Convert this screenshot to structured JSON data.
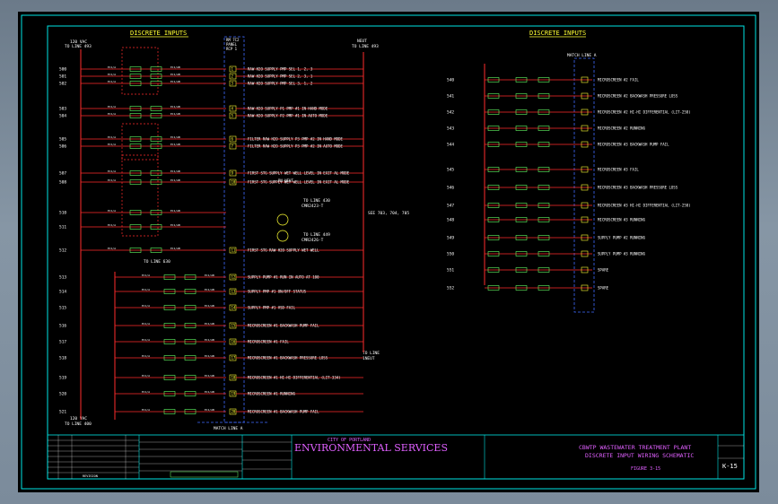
{
  "colors": {
    "border": "#00e5e5",
    "wire": "#ff2b2b",
    "label": "#ffffff",
    "heading": "#ffff33",
    "terminal": "#66ff66",
    "dashed": "#3f6bff",
    "title": "#e060ff",
    "sheet": "#000000"
  },
  "left": {
    "heading": "DISCRETE  INPUTS",
    "source_top": [
      "120 VAC",
      "TO LINE 493"
    ],
    "source_bottom": [
      "120 VAC",
      "TO LINE 400"
    ],
    "panel_label": [
      "RM 7C2",
      "PANEL",
      "RCP 1"
    ],
    "neutral_top": [
      "NEUT",
      "TO LINE 493"
    ],
    "neutral_bottom": [
      "TO LINE",
      "1NEUT"
    ],
    "match_line": "MATCH LINE A",
    "to_line_630": "TO LINE 630",
    "rows": [
      {
        "line": "500",
        "text": "RAW H2O SUPPLY PMP SEL 1, 2, 3",
        "term": "1"
      },
      {
        "line": "501",
        "text": "RAW H2O SUPPLY PMP SEL 2, 3, 1",
        "term": "2"
      },
      {
        "line": "502",
        "text": "RAW H2O SUPPLY PMP SEL 3, 1, 2",
        "term": "3"
      },
      {
        "line": "503",
        "text": "RAW H2O SUPPLY P1 PMP #1 IN HAND MODE",
        "term": "4"
      },
      {
        "line": "504",
        "text": "RAW H2O SUPPLY P2 PMP #1 IN AUTO MODE",
        "term": "5"
      },
      {
        "line": "505",
        "text": "FILTER RAW H2O SUPPLY P3 PMP #2 IN HAND MODE",
        "term": "6"
      },
      {
        "line": "506",
        "text": "FILTER RAW H2O SUPPLY P3 PMP #2 IN AUTO MODE",
        "term": "7"
      },
      {
        "line": "507",
        "text": "FIRST STG SUPPLY WET WELL LEVEL IN EXIT AL MODE",
        "term": "9"
      },
      {
        "line": "508",
        "text": "FIRST STG SUPPLY WET WELL LEVEL IN EXIT AL MODE",
        "term": "10"
      },
      {
        "line": "510",
        "text": "",
        "term": ""
      },
      {
        "line": "511",
        "text": "",
        "term": ""
      },
      {
        "line": "512",
        "text": "FIRST STG RAW H2O SUPPLY WET WELL",
        "term": "11"
      },
      {
        "line": "513",
        "text": "SUPPLY PUMP #1 RUN IN AUTO AT 100",
        "term": "12"
      },
      {
        "line": "514",
        "text": "SUPPLY PMP #1 ON/OFF STATUS",
        "term": "13"
      },
      {
        "line": "515",
        "text": "SUPPLY PMP #1 VSD FAIL",
        "term": "14"
      },
      {
        "line": "516",
        "text": "MICROSCREEN #1 BACKWASH PUMP FAIL",
        "term": "15"
      },
      {
        "line": "517",
        "text": "MICROSCREEN #1 FAIL",
        "term": "16"
      },
      {
        "line": "518",
        "text": "MICROSCREEN #1 BACKWASH PRESSURE LOSS",
        "term": "17"
      },
      {
        "line": "519",
        "text": "MICROSCREEN #1 HI-HI DIFFERENTIAL (LIT-334)",
        "term": "18"
      },
      {
        "line": "520",
        "text": "MICROSCREEN #1 RUNNING",
        "term": "19"
      },
      {
        "line": "521",
        "text": "MICROSCREEN #1 BACKWASH PUMP FAIL",
        "term": "20"
      }
    ],
    "notes": [
      {
        "id": "n1",
        "text": "TO LINE 430"
      },
      {
        "id": "n2",
        "text": "CMR2423-T"
      },
      {
        "id": "n3",
        "text": "TO LINE 449"
      },
      {
        "id": "n4",
        "text": "CMR2426-T"
      },
      {
        "id": "n5",
        "text": "SEE 703, 704, 705"
      },
      {
        "id": "n6",
        "text": "RN-NEUT"
      }
    ]
  },
  "right": {
    "heading": "DISCRETE  INPUTS",
    "match_line": "MATCH LINE A",
    "rows": [
      {
        "line": "540",
        "text": "MICROSCREEN #2 FAIL"
      },
      {
        "line": "541",
        "text": "MICROSCREEN #2 BACKWASH PRESSURE LOSS"
      },
      {
        "line": "542",
        "text": "MICROSCREEN #2 HI-HI DIFFERENTIAL (LIT-258)"
      },
      {
        "line": "543",
        "text": "MICROSCREEN #2 RUNNING"
      },
      {
        "line": "544",
        "text": "MICROSCREEN #3 BACKWASH PUMP FAIL"
      },
      {
        "line": "545",
        "text": "MICROSCREEN #3 FAIL"
      },
      {
        "line": "546",
        "text": "MICROSCREEN #3 BACKWASH PRESSURE LOSS"
      },
      {
        "line": "547",
        "text": "MICROSCREEN #3 HI-HI DIFFERENTIAL (LIT-258)"
      },
      {
        "line": "548",
        "text": "MICROSCREEN #3 RUNNING"
      },
      {
        "line": "549",
        "text": "SUPPLY PUMP #2 RUNNING"
      },
      {
        "line": "550",
        "text": "SUPPLY PUMP #3 RUNNING"
      },
      {
        "line": "551",
        "text": "SPARE"
      },
      {
        "line": "552",
        "text": "SPARE"
      }
    ]
  },
  "title_block": {
    "city": "CITY OF PORTLAND",
    "agency": "ENVIRONMENTAL SERVICES",
    "project": "CBWTP WASTEWATER TREATMENT PLANT",
    "sheet_title": "DISCRETE INPUT WIRING SCHEMATIC",
    "figure": "FIGURE 3-15",
    "sheet_no": "K-15",
    "revision_label": "REVISION"
  }
}
